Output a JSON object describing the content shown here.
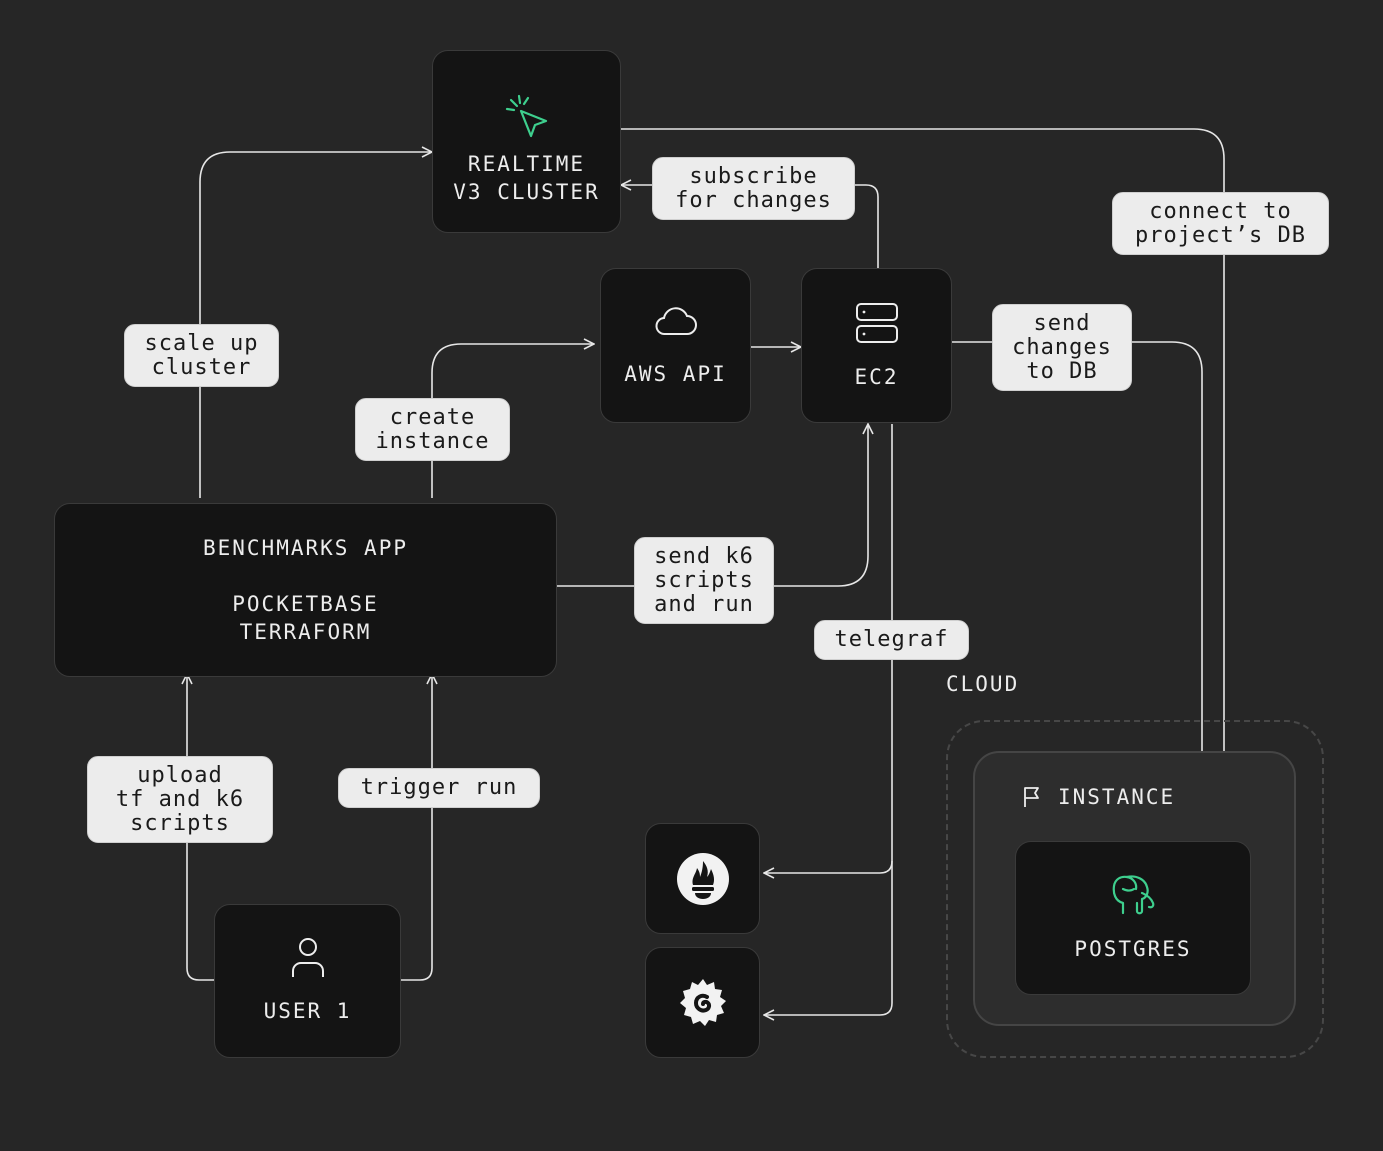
{
  "nodes": {
    "realtime": {
      "label": "REALTIME\nV3 CLUSTER"
    },
    "aws_api": {
      "label": "AWS API"
    },
    "ec2": {
      "label": "EC2"
    },
    "benchmarks": {
      "label": "BENCHMARKS APP\n\nPOCKETBASE\nTERRAFORM"
    },
    "user": {
      "label": "USER 1"
    },
    "postgres": {
      "label": "POSTGRES"
    },
    "instance": {
      "label": "INSTANCE"
    },
    "cloud": {
      "label": "CLOUD"
    }
  },
  "edges": {
    "scale_up": "scale up\ncluster",
    "create_instance": "create\ninstance",
    "subscribe": "subscribe\nfor changes",
    "connect_db": "connect to\nproject’s DB",
    "send_changes": "send\nchanges\nto DB",
    "send_k6": "send k6\nscripts\nand run",
    "telegraf": "telegraf",
    "upload": "upload\ntf and k6\nscripts",
    "trigger": "trigger run"
  },
  "colors": {
    "accent_green": "#3ecf8e",
    "background": "#262626",
    "node_fill": "#141414",
    "label_fill": "#ececec"
  },
  "icons": [
    "cursor-click-icon",
    "cloud-icon",
    "server-icon",
    "user-icon",
    "flag-icon",
    "postgres-elephant-icon",
    "prometheus-icon",
    "grafana-icon"
  ]
}
